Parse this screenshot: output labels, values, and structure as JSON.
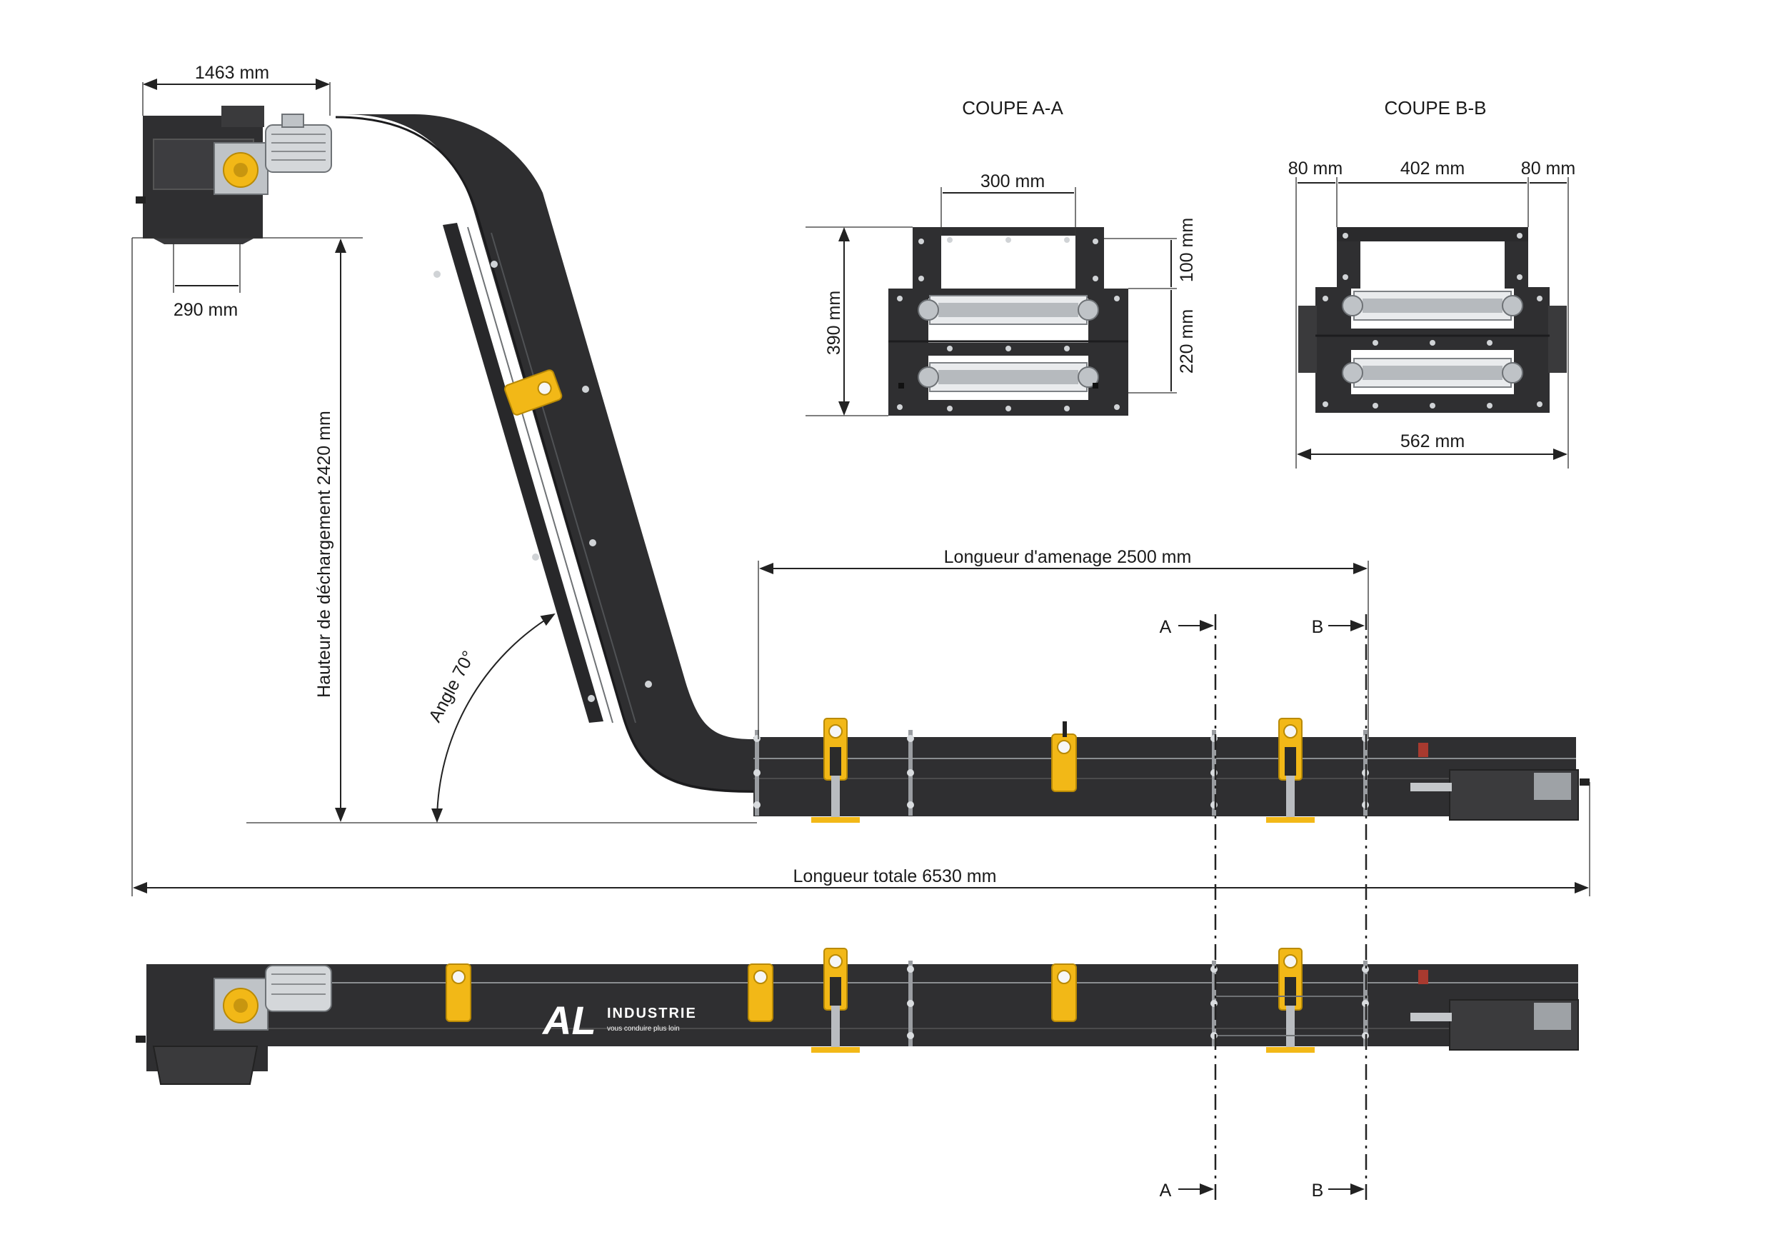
{
  "title_a": "COUPE A-A",
  "title_b": "COUPE B-B",
  "side_view": {
    "width_top": "1463 mm",
    "chute_width": "290 mm",
    "discharge_height": "Hauteur de déchargement 2420 mm",
    "angle": "Angle 70°",
    "loading_length": "Longueur d'amenage 2500 mm",
    "total_length": "Longueur totale 6530 mm"
  },
  "section_marks": {
    "a_top": "A",
    "b_top": "B",
    "a_bottom": "A",
    "b_bottom": "B"
  },
  "section_a": {
    "inner_width": "300 mm",
    "total_height": "390 mm",
    "upper_height": "100 mm",
    "lower_height": "220 mm"
  },
  "section_b": {
    "left_margin": "80 mm",
    "inner_width": "402 mm",
    "right_margin": "80 mm",
    "total_width": "562 mm"
  },
  "logo": {
    "mark": "AL",
    "name": "INDUSTRIE",
    "tagline": "vous conduire plus loin"
  },
  "colors": {
    "body": "#2f2f31",
    "accent_yellow": "#f2b817",
    "metal": "#bfc3c7",
    "stop_red": "#c0392b"
  }
}
